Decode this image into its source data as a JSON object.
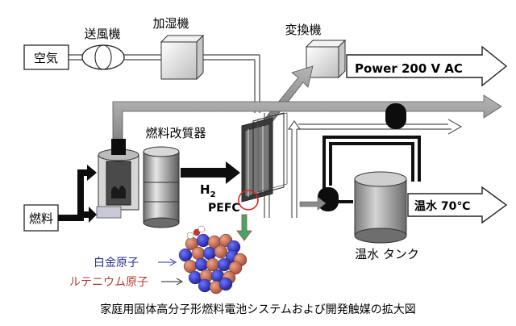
{
  "labels": {
    "blower": "送風機",
    "humidifier": "加湿機",
    "converter": "変換機",
    "air": "空気",
    "power": "Power 200 V AC",
    "fuel_reformer": "燃料改質器",
    "fuel": "燃料",
    "h2": "H",
    "h2_sub": "2",
    "pefc": "PEFC",
    "hot_water_out": "温水 70℃",
    "tank": "温水 タンク",
    "platinum_atom": "白金原子",
    "ruthenium_atom": "ルテニウム原子",
    "caption": "家庭用固体高分子形燃料電池システムおよび開発触媒の拡大図"
  },
  "colors": {
    "platinum": "#2a2fc8",
    "ruthenium": "#c46a52",
    "ruthenium_label": "#b03a2e",
    "platinum_label": "#2a2f9c",
    "arrow_gray": "#8a8a8a",
    "black": "#000000",
    "zoom_circle": "#dd2222",
    "zoom_arrow": "#3caa6a"
  }
}
